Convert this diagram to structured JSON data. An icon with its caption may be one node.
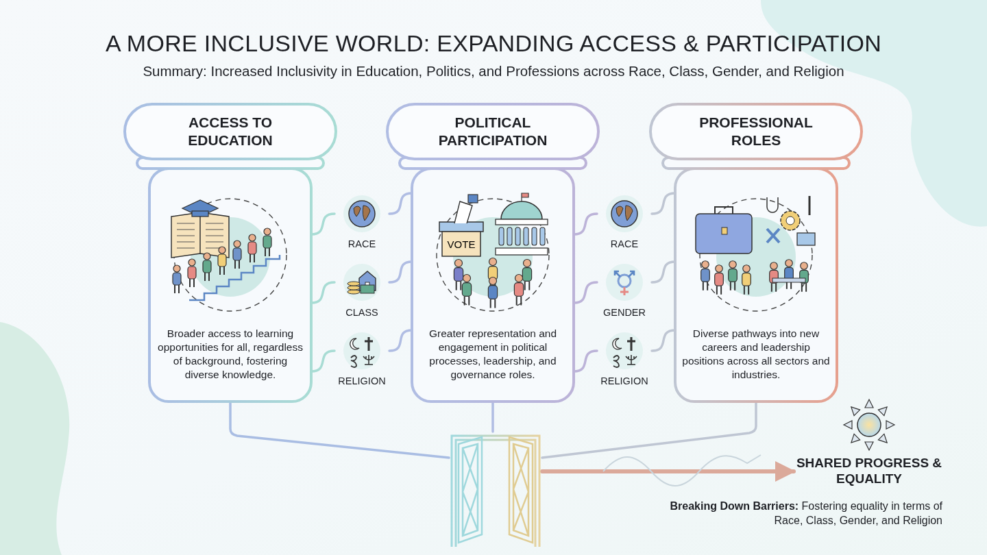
{
  "diagram": {
    "title": "A MORE INCLUSIVE WORLD: EXPANDING ACCESS & PARTICIPATION",
    "nodes": [
      {
        "text": [
          "ACCESS TO EDUCATION",
          "Broader access to learning opportunities for all, regardless of background, fostering diverse knowledge."
        ]
      },
      {
        "text": [
          "POLITICAL PARTICIPATION",
          "Greater representation and engagement in political processes, leadership, and governance roles."
        ]
      },
      {
        "text": [
          "PROFESSIONAL ROLES",
          "Diverse pathways into new careers and leadership positions across all sectors and industries."
        ]
      },
      {
        "text": [
          "RACE"
        ]
      },
      {
        "text": [
          "CLASS"
        ]
      },
      {
        "text": [
          "RELIGION"
        ]
      },
      {
        "text": [
          "RACE"
        ]
      },
      {
        "text": [
          "GENDER"
        ]
      },
      {
        "text": [
          "RELIGION"
        ]
      },
      {
        "text": [],
        "shape": "picture"
      },
      {
        "text": [
          "SHARED PROGRESS & EQUALITY"
        ],
        "beside": [
          "**Breaking Down Barriers:** Fostering equality in terms of Race, Class, Gender, and Religion"
        ]
      }
    ],
    "edges": [
      {
        "from": 0,
        "to": 3,
        "arrow": "none"
      },
      {
        "from": 3,
        "to": 1,
        "arrow": "none"
      },
      {
        "from": 0,
        "to": 4,
        "arrow": "none"
      },
      {
        "from": 4,
        "to": 1,
        "arrow": "none"
      },
      {
        "from": 0,
        "to": 5,
        "arrow": "none"
      },
      {
        "from": 5,
        "to": 1,
        "arrow": "none"
      },
      {
        "from": 1,
        "to": 6,
        "arrow": "none"
      },
      {
        "from": 6,
        "to": 2,
        "arrow": "none"
      },
      {
        "from": 1,
        "to": 7,
        "arrow": "none"
      },
      {
        "from": 7,
        "to": 2,
        "arrow": "none"
      },
      {
        "from": 1,
        "to": 8,
        "arrow": "none"
      },
      {
        "from": 8,
        "to": 2,
        "arrow": "none"
      },
      {
        "from": 0,
        "to": 9,
        "arrow": "none"
      },
      {
        "from": 1,
        "to": 9,
        "arrow": "none"
      },
      {
        "from": 2,
        "to": 9,
        "arrow": "none"
      },
      {
        "from": 9,
        "to": 10,
        "arrow": "to"
      }
    ],
    "labels": [
      "Summary: Increased Inclusivity in Education, Politics, and Professions across Race, Class, Gender, and Religion",
      "VOTE"
    ]
  }
}
